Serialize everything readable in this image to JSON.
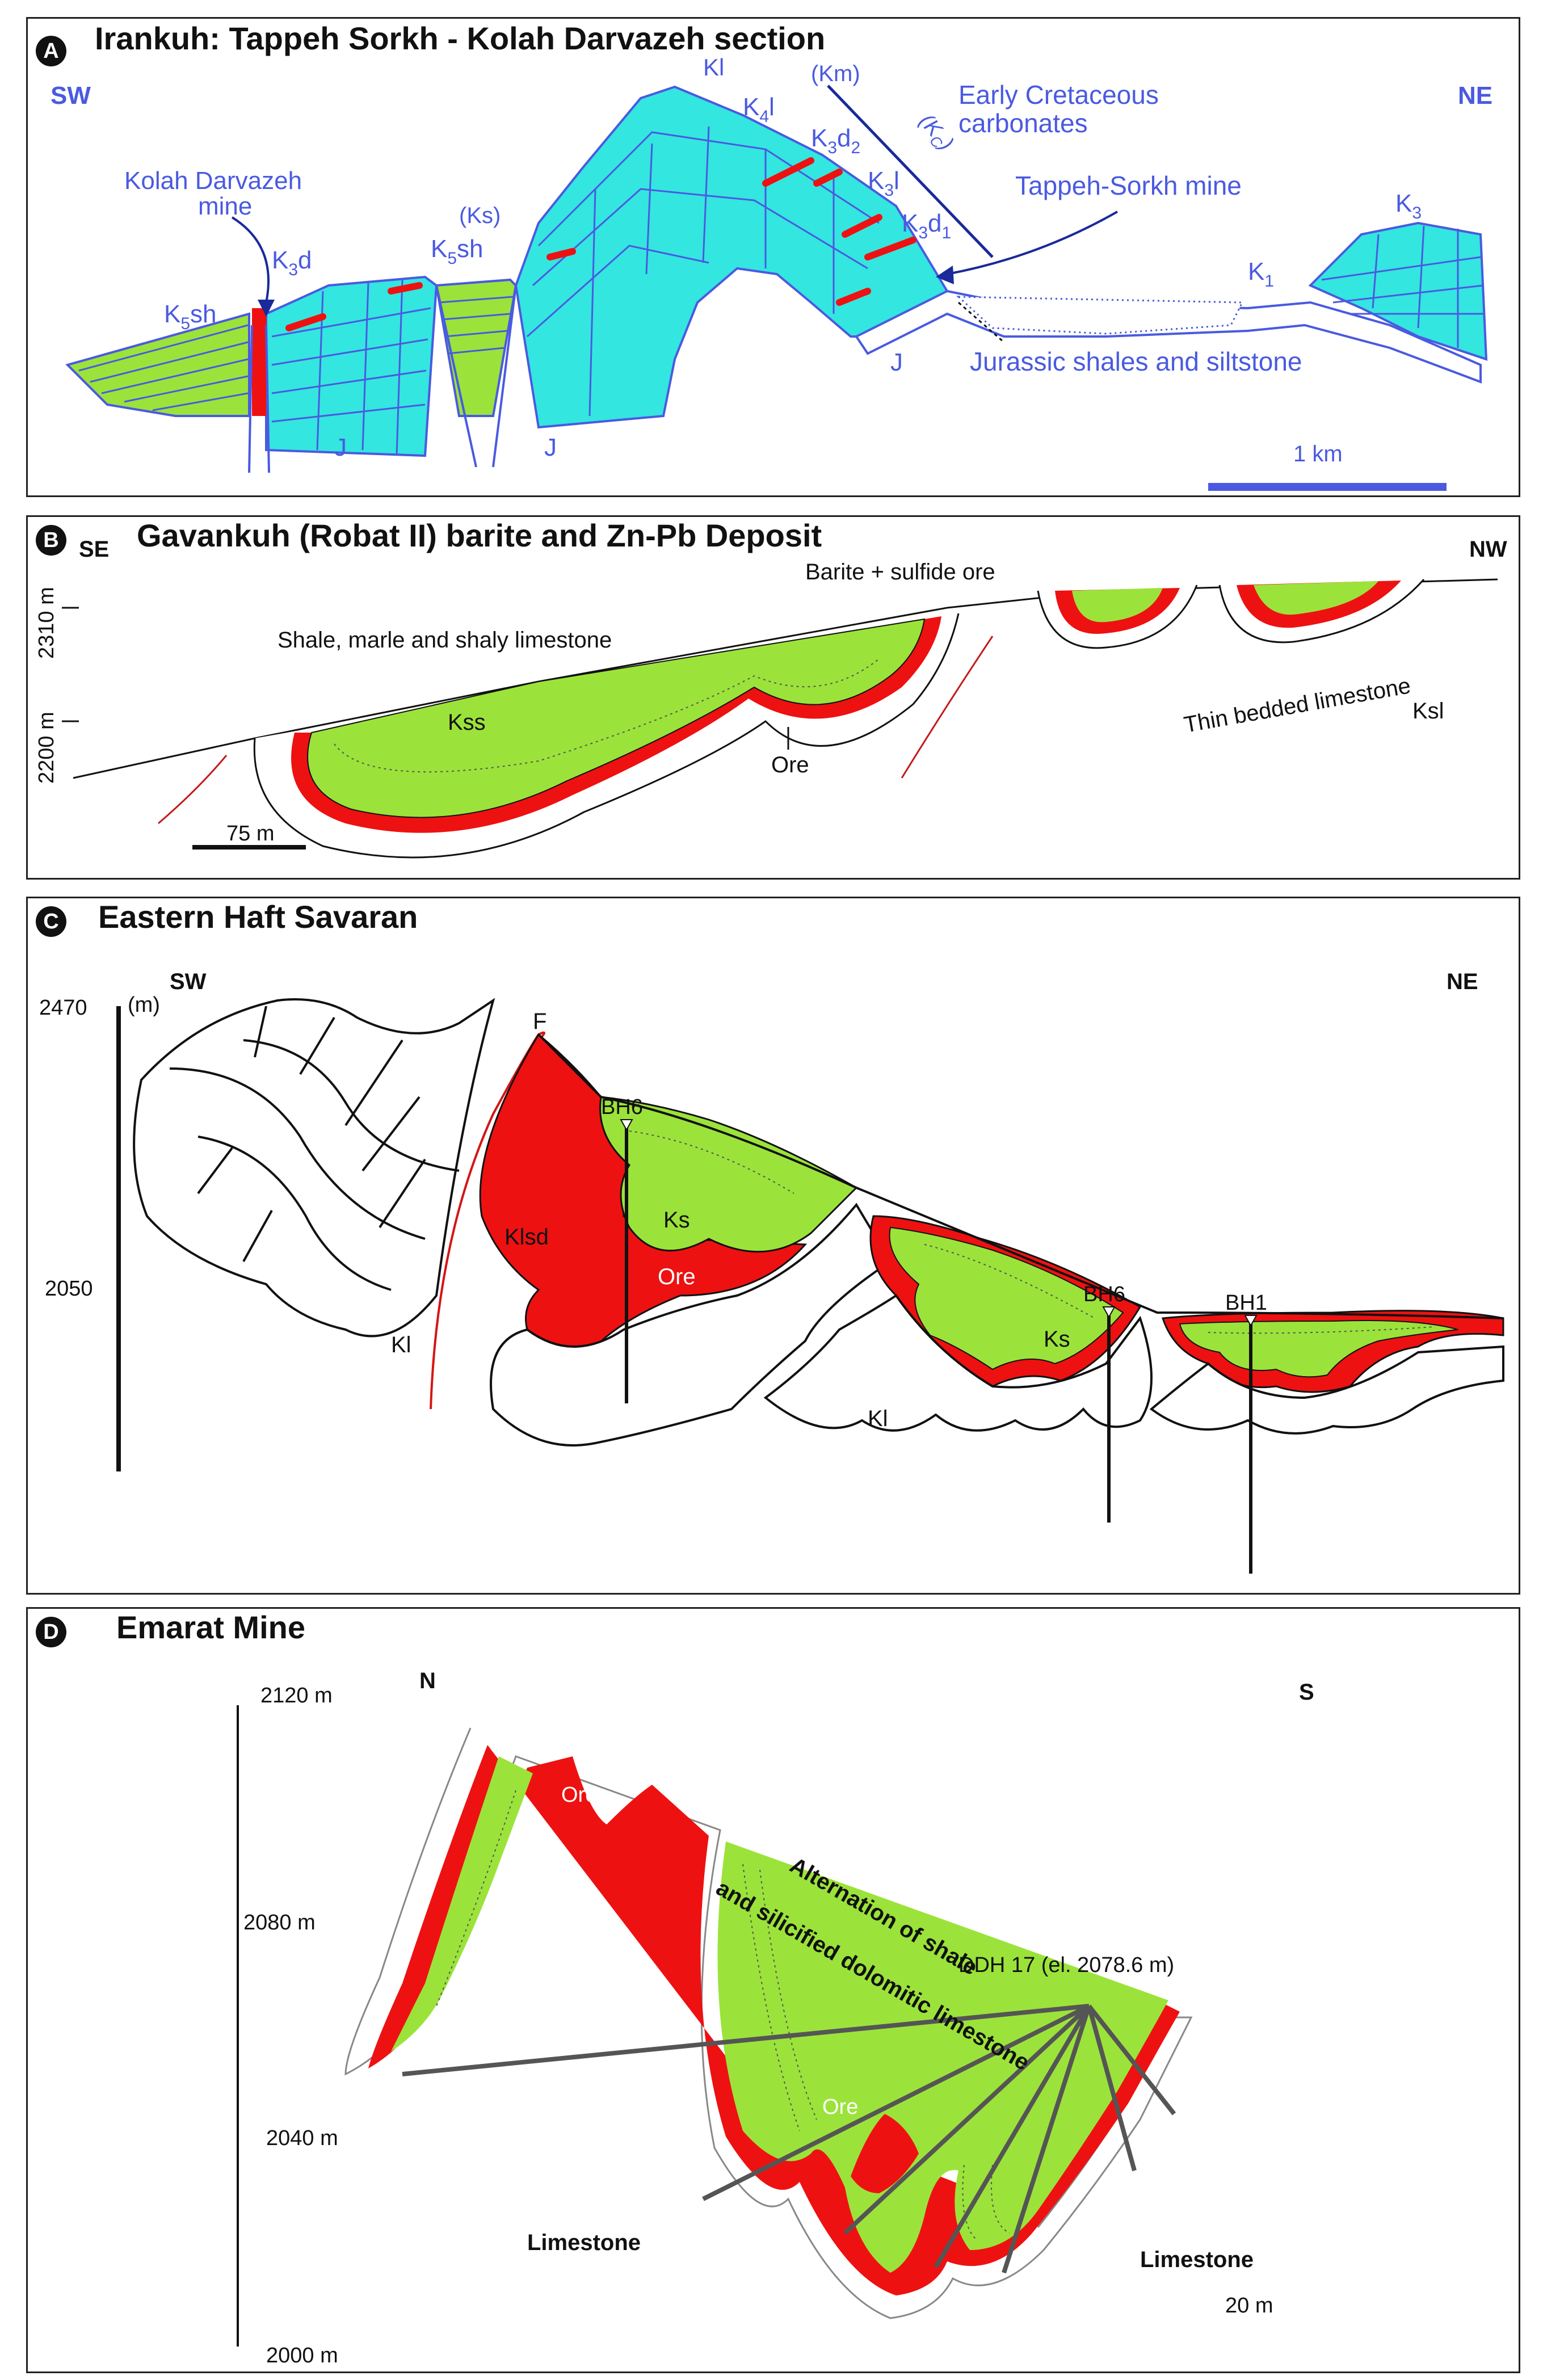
{
  "colors": {
    "carbonate": "#33e6e0",
    "shale_green": "#9be33a",
    "ore_red": "#ee1111",
    "label_blue": "#4a5ae0",
    "ink": "#111111"
  },
  "panelA": {
    "badge": "A",
    "title": "Irankuh: Tappeh Sorkh - Kolah Darvazeh section",
    "sw": "SW",
    "ne": "NE",
    "kolah_mine_1": "Kolah Darvazeh",
    "kolah_mine_2": "mine",
    "k3d": "K",
    "k3d_sub": "3",
    "k3d_tail": "d",
    "k5sh_left": "K",
    "k5sh_left_sub": "5",
    "k5sh_left_tail": "sh",
    "ks_paren": "(Ks)",
    "k5sh_mid": "K",
    "k5sh_mid_sub": "5",
    "k5sh_mid_tail": "sh",
    "kl": "Kl",
    "km_paren": "(Km)",
    "k4l": "K",
    "k4l_sub": "4",
    "k4l_tail": "l",
    "k3d2": "K",
    "k3d2_sub": "3",
    "k3d2_tail": "d",
    "k3d2_sub2": "2",
    "k3l": "K",
    "k3l_sub": "3",
    "k3l_tail": "l",
    "k3d1": "K",
    "k3d1_sub": "3",
    "k3d1_tail": "d",
    "k3d1_sub2": "1",
    "kc_paren": "(K",
    "kc_sub": "C",
    "kc_close": ")",
    "early_cret_1": "Early Cretaceous",
    "early_cret_2": "carbonates",
    "tappeh_mine": "Tappeh-Sorkh mine",
    "k1": "K",
    "k1_sub": "1",
    "k3": "K",
    "k3_sub": "3",
    "j_left": "J",
    "j_mid": "J",
    "j_right": "J",
    "jurassic": "Jurassic shales and siltstone",
    "scale": "1 km"
  },
  "panelB": {
    "badge": "B",
    "se": "SE",
    "title": "Gavankuh (Robat II) barite and Zn-Pb Deposit",
    "nw": "NW",
    "barite": "Barite + sulfide ore",
    "shale": "Shale, marle and shaly limestone",
    "elev_2310": "2310 m",
    "elev_2200": "2200 m",
    "kss": "Kss",
    "ore": "Ore",
    "thin_bedded": "Thin bedded limestone",
    "ksl": "Ksl",
    "scale": "75 m"
  },
  "panelC": {
    "badge": "C",
    "title": "Eastern Haft Savaran",
    "sw": "SW",
    "ne": "NE",
    "elev_2470": "2470",
    "unit_m": "(m)",
    "elev_2050": "2050",
    "f": "F",
    "bh6_a": "BH6",
    "bh6_b": "BH6",
    "bh1": "BH1",
    "klsd": "Klsd",
    "ks_a": "Ks",
    "ks_b": "Ks",
    "ore": "Ore",
    "kl_a": "Kl",
    "kl_b": "Kl"
  },
  "panelD": {
    "badge": "D",
    "title": "Emarat Mine",
    "n": "N",
    "s": "S",
    "elev_2120": "2120 m",
    "elev_2080": "2080 m",
    "elev_2040": "2040 m",
    "elev_2000": "2000 m",
    "ore_a": "Ore",
    "ore_b": "Ore",
    "ddh": "DDH 17 (el. 2078.6 m)",
    "alternation_1": "Alternation of shale",
    "alternation_2": "and silicified dolomitic limestone",
    "limestone_a": "Limestone",
    "limestone_b": "Limestone",
    "scale": "20 m"
  }
}
